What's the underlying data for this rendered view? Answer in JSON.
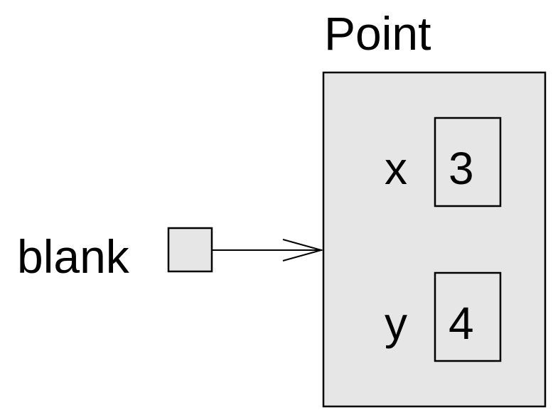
{
  "variable": {
    "name": "blank"
  },
  "object": {
    "class_name": "Point",
    "fields": [
      {
        "name": "x",
        "value": "3"
      },
      {
        "name": "y",
        "value": "4"
      }
    ]
  },
  "colors": {
    "box_fill": "#e6e6e6",
    "stroke": "#000000",
    "background": "#ffffff"
  }
}
